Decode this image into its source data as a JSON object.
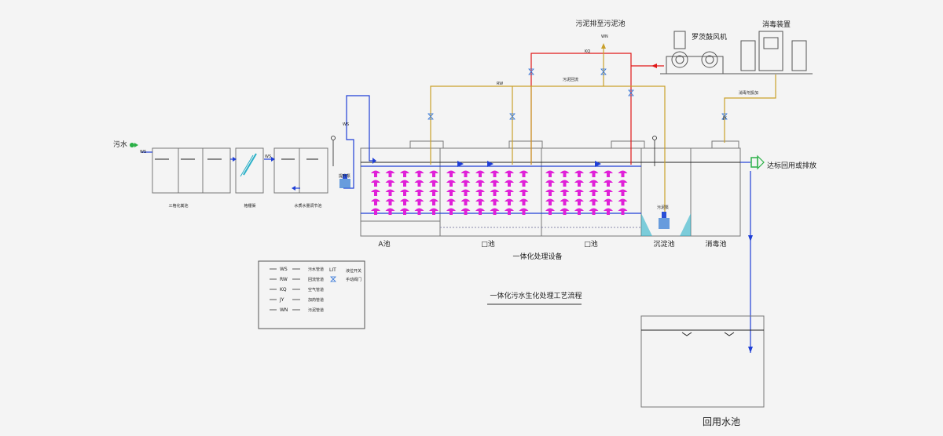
{
  "inlet": {
    "label": "污水",
    "pipe_code": "WS"
  },
  "tanks": {
    "septic": "三格化粪池",
    "screen": "格栅渠",
    "equalization": "水质水量调节池",
    "a_tank": "A池",
    "o1_tank": "□池",
    "o2_tank": "□池",
    "sedimentation": "沉淀池",
    "disinfection": "消毒池",
    "reuse_pool": "回用水池"
  },
  "equipment": {
    "integrated_unit": "一体化处理设备",
    "blower": "罗茨鼓风机",
    "disinfector": "消毒装置",
    "lift_pump": "提升泵",
    "sludge_pump": "污泥泵",
    "sludge_out": "污泥排至污泥池"
  },
  "pipe_labels": {
    "ws": "WS",
    "rw": "RW",
    "kq": "KQ",
    "jy": "JY",
    "wn": "WN",
    "reflux": "污泥回流",
    "dosing": "消毒剂投加"
  },
  "outlet": "达标回用或排放",
  "caption": "一体化污水生化处理工艺流程",
  "legend": {
    "rows": [
      {
        "code": "WS",
        "desc": "污水管道"
      },
      {
        "code": "RW",
        "desc": "回流管道"
      },
      {
        "code": "KQ",
        "desc": "空气管道"
      },
      {
        "code": "JY",
        "desc": "加药管道"
      },
      {
        "code": "WN",
        "desc": "污泥管道"
      }
    ],
    "lit_code": "LIT",
    "lit_desc": "液位开关",
    "valve_desc": "手动阀门"
  },
  "colors": {
    "water": "#1f3fd6",
    "air": "#e01818",
    "reflux": "#c9a02a",
    "diffuser": "#e020d8",
    "teal": "#2ab0c8",
    "line": "#777777"
  }
}
